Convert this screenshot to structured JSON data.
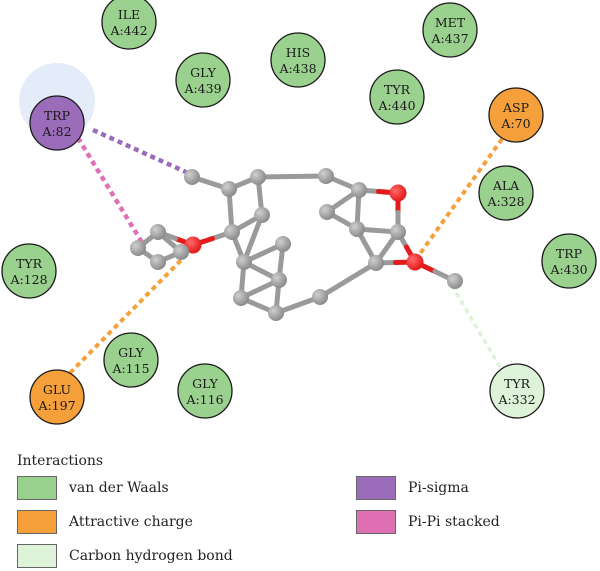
{
  "colors": {
    "van_der_waals": "#9bd18f",
    "attractive_charge": "#f5a03a",
    "carbon_hydrogen_bond": "#def2da",
    "pi_sigma": "#9b6cb9",
    "pi_pi_stacked": "#e070b4",
    "atom_carbon": "#8c8c8c",
    "atom_oxygen": "#e21b1b",
    "bond": "#9a9a9a",
    "halo": "#e3ecf8"
  },
  "residues": [
    {
      "id": "ile442",
      "line1": "ILE",
      "line2": "A:442",
      "type": "van_der_waals"
    },
    {
      "id": "met437",
      "line1": "MET",
      "line2": "A:437",
      "type": "van_der_waals"
    },
    {
      "id": "his438",
      "line1": "HIS",
      "line2": "A:438",
      "type": "van_der_waals"
    },
    {
      "id": "gly439",
      "line1": "GLY",
      "line2": "A:439",
      "type": "van_der_waals"
    },
    {
      "id": "tyr440",
      "line1": "TYR",
      "line2": "A:440",
      "type": "van_der_waals"
    },
    {
      "id": "trp82",
      "line1": "TRP",
      "line2": "A:82",
      "type": "pi_sigma"
    },
    {
      "id": "asp70",
      "line1": "ASP",
      "line2": "A:70",
      "type": "attractive_charge"
    },
    {
      "id": "ala328",
      "line1": "ALA",
      "line2": "A:328",
      "type": "van_der_waals"
    },
    {
      "id": "tyr128",
      "line1": "TYR",
      "line2": "A:128",
      "type": "van_der_waals"
    },
    {
      "id": "trp430",
      "line1": "TRP",
      "line2": "A:430",
      "type": "van_der_waals"
    },
    {
      "id": "gly115",
      "line1": "GLY",
      "line2": "A:115",
      "type": "van_der_waals"
    },
    {
      "id": "gly116",
      "line1": "GLY",
      "line2": "A:116",
      "type": "van_der_waals"
    },
    {
      "id": "glu197",
      "line1": "GLU",
      "line2": "A:197",
      "type": "attractive_charge"
    },
    {
      "id": "tyr332",
      "line1": "TYR",
      "line2": "A:332",
      "type": "carbon_hydrogen_bond"
    }
  ],
  "interactions": [
    {
      "from": "trp82",
      "type": "pi_sigma"
    },
    {
      "from": "trp82",
      "type": "pi_pi_stacked"
    },
    {
      "from": "glu197",
      "type": "attractive_charge"
    },
    {
      "from": "asp70",
      "type": "attractive_charge"
    },
    {
      "from": "tyr332",
      "type": "carbon_hydrogen_bond"
    }
  ],
  "legend": {
    "title": "Interactions",
    "items": [
      {
        "key": "van_der_waals",
        "label": "van der Waals"
      },
      {
        "key": "attractive_charge",
        "label": "Attractive charge"
      },
      {
        "key": "carbon_hydrogen_bond",
        "label": "Carbon hydrogen bond"
      },
      {
        "key": "pi_sigma",
        "label": "Pi-sigma"
      },
      {
        "key": "pi_pi_stacked",
        "label": "Pi-Pi stacked"
      }
    ]
  }
}
